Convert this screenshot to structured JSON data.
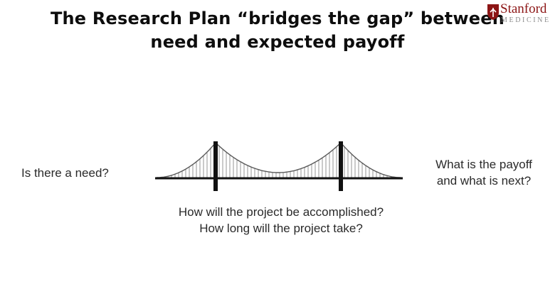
{
  "title": {
    "line1": "The Research Plan “bridges the gap” between",
    "line2": "need and expected payoff"
  },
  "logo": {
    "name": "Stanford",
    "subtitle": "MEDICINE",
    "color": "#8c1515"
  },
  "labels": {
    "need": "Is there a need?",
    "payoff_line1": "What is the payoff",
    "payoff_line2": "and what is next?",
    "process_line1": "How will the project be accomplished?",
    "process_line2": "How long will the project take?"
  },
  "diagram": {
    "icon": "suspension-bridge-icon"
  }
}
